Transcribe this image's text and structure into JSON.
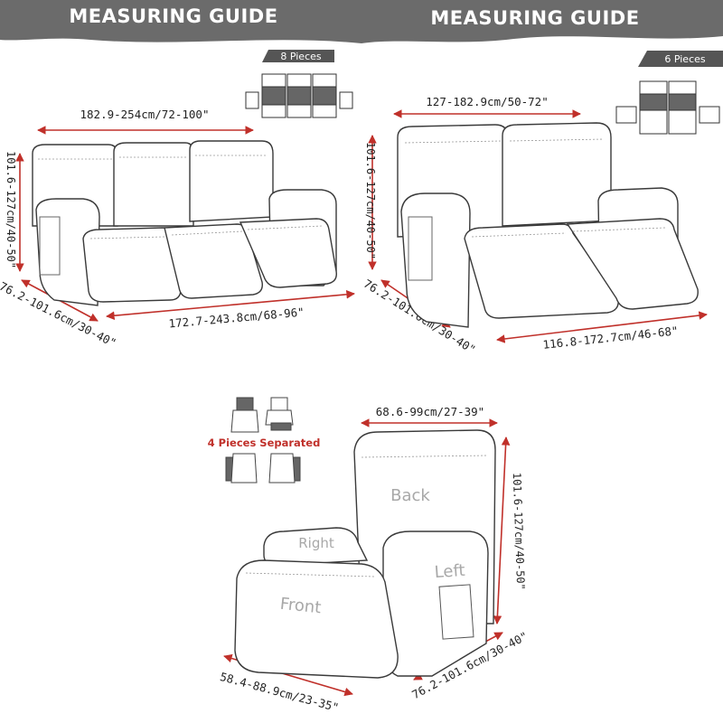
{
  "panels": {
    "left": {
      "banner": "MEASURING GUIDE",
      "pieces_badge": "8 Pieces",
      "dim_width_top": "182.9-254cm/72-100\"",
      "dim_height": "101.6-127cm/40-50\"",
      "dim_depth": "76.2-101.6cm/30-40\"",
      "dim_width_bottom": "172.7-243.8cm/68-96\""
    },
    "right": {
      "banner": "MEASURING GUIDE",
      "pieces_badge": "6 Pieces",
      "dim_width_top": "127-182.9cm/50-72\"",
      "dim_height": "101.6-127cm/40-50\"",
      "dim_depth": "76.2-101.6cm/30-40\"",
      "dim_width_bottom": "116.8-172.7cm/46-68\""
    },
    "single": {
      "separated_label": "4 Pieces Separated",
      "dim_width_top": "68.6-99cm/27-39\"",
      "dim_height": "101.6-127cm/40-50\"",
      "dim_depth": "76.2-101.6cm/30-40\"",
      "dim_front": "58.4-88.9cm/23-35\"",
      "parts": {
        "back": "Back",
        "right": "Right",
        "left": "Left",
        "front": "Front"
      }
    }
  },
  "colors": {
    "banner_bg": "#6b6b6b",
    "badge_bg": "#555555",
    "arrow_red": "#c0302a",
    "separated_red": "#c0302a"
  }
}
